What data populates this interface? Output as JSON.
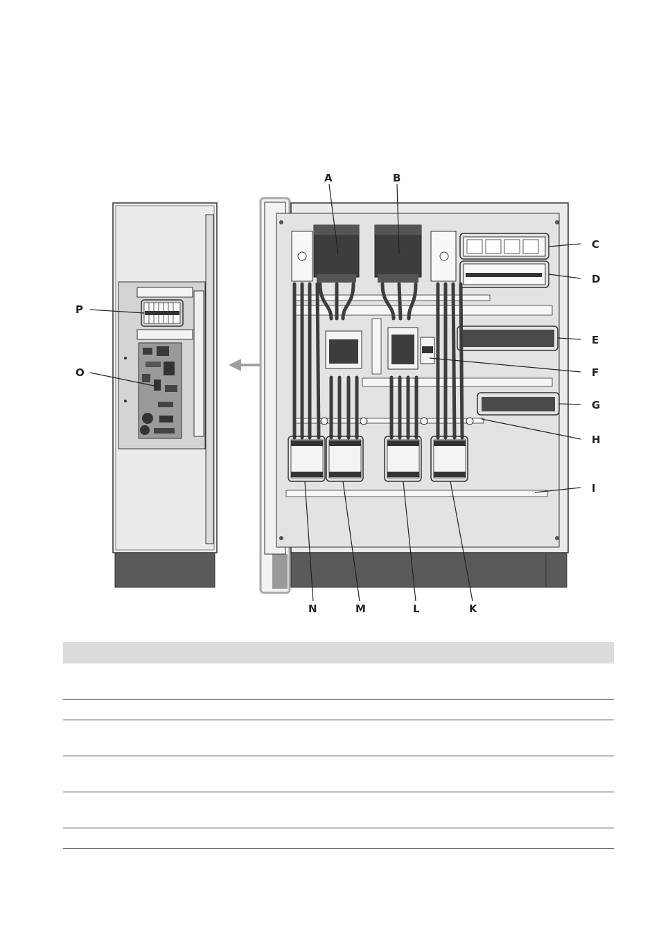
{
  "diagram": {
    "labels": [
      {
        "id": "A",
        "text": "A"
      },
      {
        "id": "B",
        "text": "B"
      },
      {
        "id": "C",
        "text": "C"
      },
      {
        "id": "D",
        "text": "D"
      },
      {
        "id": "E",
        "text": "E"
      },
      {
        "id": "F",
        "text": "F"
      },
      {
        "id": "G",
        "text": "G"
      },
      {
        "id": "H",
        "text": "H"
      },
      {
        "id": "I",
        "text": "I"
      },
      {
        "id": "K",
        "text": "K"
      },
      {
        "id": "L",
        "text": "L"
      },
      {
        "id": "M",
        "text": "M"
      },
      {
        "id": "N",
        "text": "N"
      },
      {
        "id": "O",
        "text": "O"
      },
      {
        "id": "P",
        "text": "P"
      }
    ]
  },
  "table": {
    "rows": 6
  },
  "colors": {
    "outline": "#333333",
    "panel": "#e6e6e6",
    "dark_component": "#3d3d3d",
    "base": "#5a5a5a",
    "door_frame": "#a8a8a8",
    "arrow": "#a0a0a0",
    "table_header": "#dcdcdc"
  }
}
